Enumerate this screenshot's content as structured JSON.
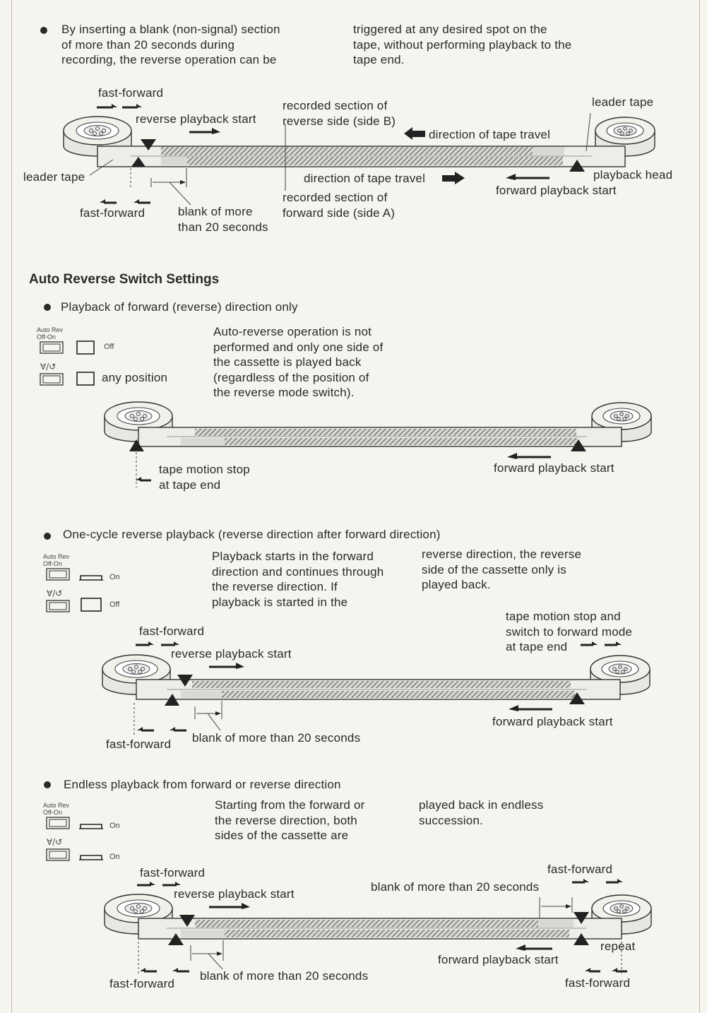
{
  "intro": {
    "col1": "By inserting a blank (non-signal) section\nof more than 20 seconds during\nrecording, the reverse operation can be",
    "col2": "triggered at any desired spot on the\ntape, without performing playback to the\ntape end."
  },
  "diagram1": {
    "fast_forward_top": "fast-forward",
    "reverse_start": "reverse playback start",
    "recorded_b": "recorded section of\nreverse side (side B)",
    "leader_right": "leader tape",
    "direction_left": "direction of tape travel",
    "leader_left": "leader tape",
    "direction_right": "direction of tape travel",
    "playback_head": "playback head",
    "forward_start": "forward playback start",
    "recorded_a": "recorded section of\nforward side (side A)",
    "fast_forward_bottom": "fast-forward",
    "blank": "blank of more\nthan 20 seconds"
  },
  "section_title": "Auto Reverse Switch Settings",
  "mode1": {
    "title": "Playback of forward (reverse) direction only",
    "switch_label_1": "Auto Rev\nOff-On",
    "switch_state_1": "Off",
    "switch_label_2": "any position",
    "desc": "Auto-reverse operation is not\nperformed and only one side of\nthe cassette is played back\n(regardless of the position of\nthe reverse mode switch).",
    "stop_label": "tape motion stop\nat tape end",
    "forward_start": "forward playback start"
  },
  "mode2": {
    "title": "One-cycle reverse playback (reverse direction after forward direction)",
    "switch_label_1": "Auto Rev\nOff-On",
    "switch_state_1": "On",
    "switch_state_2": "Off",
    "desc1": "Playback starts in the forward\ndirection and continues through\nthe reverse direction. If\nplayback is started in the",
    "desc2": "reverse direction, the reverse\nside of the cassette only is\nplayed back.",
    "fast_forward_top": "fast-forward",
    "reverse_start": "reverse playback start",
    "stop_switch": "tape motion stop and\nswitch to forward mode\nat tape end",
    "forward_start": "forward playback start",
    "fast_forward_bottom": "fast-forward",
    "blank": "blank of more than 20 seconds"
  },
  "mode3": {
    "title": "Endless playback from forward or reverse direction",
    "switch_label_1": "Auto Rev\nOff-On",
    "switch_state_1": "On",
    "switch_state_2": "On",
    "desc1": "Starting from the forward or\nthe reverse direction, both\nsides of the cassette are",
    "desc2": "played back in endless\nsuccession.",
    "fast_forward_top_left": "fast-forward",
    "reverse_start": "reverse playback start",
    "blank_top": "blank of more than 20 seconds",
    "fast_forward_top_right": "fast-forward",
    "repeat": "repeat",
    "forward_start": "forward playback start",
    "fast_forward_bottom_left": "fast-forward",
    "blank_bottom": "blank of more than 20 seconds",
    "fast_forward_bottom_right": "fast-forward"
  }
}
